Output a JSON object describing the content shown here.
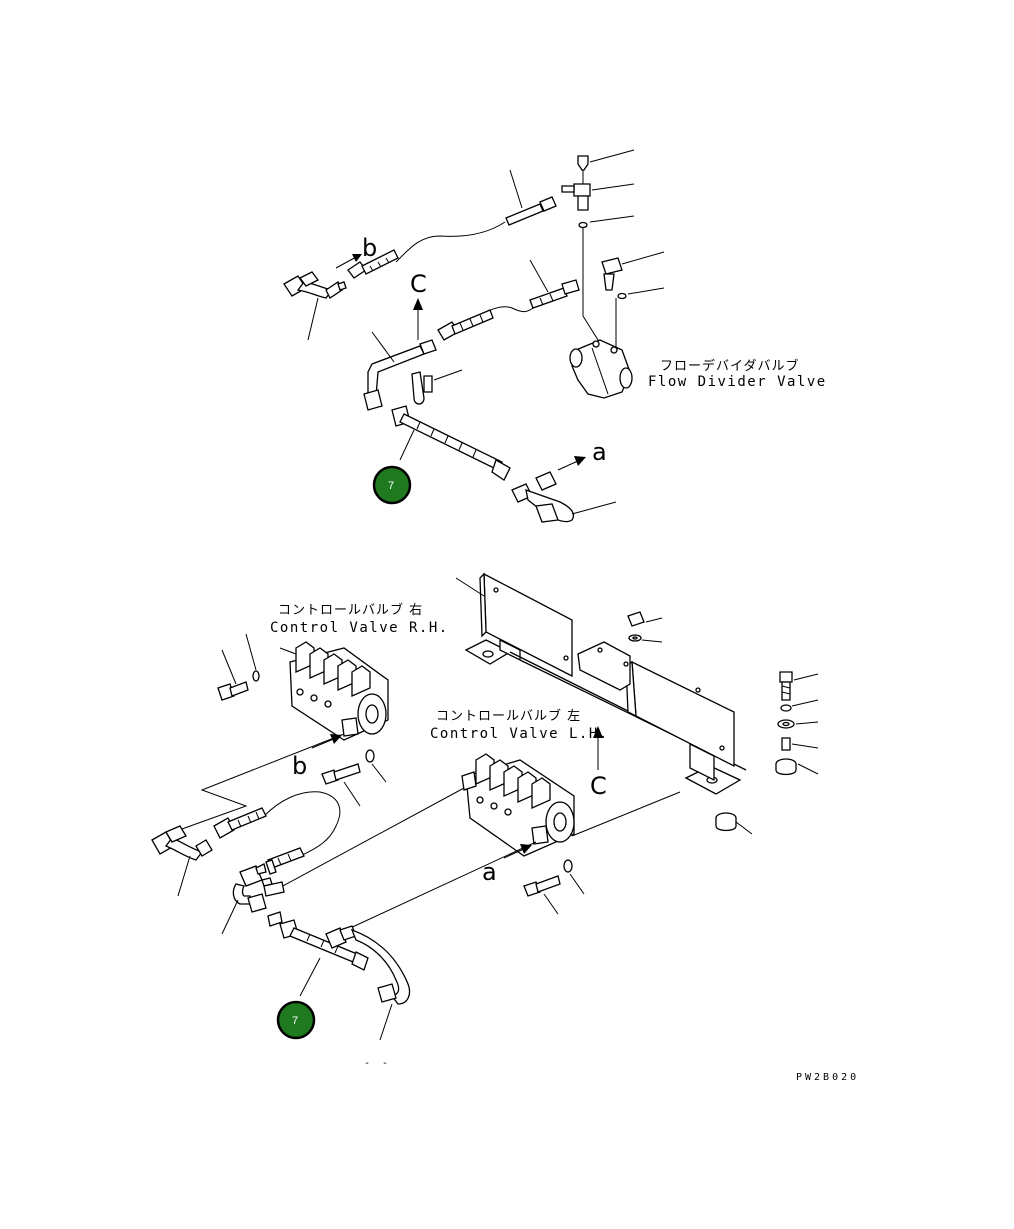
{
  "labels": {
    "flow_divider_jp": "フローデバイダバルブ",
    "flow_divider_en": "Flow Divider Valve",
    "control_rh_jp": "コントロールバルブ 右",
    "control_rh_en": "Control Valve R.H.",
    "control_lh_jp": "コントロールバルブ 左",
    "control_lh_en": "Control Valve L.H."
  },
  "connections": {
    "a": "a",
    "b": "b",
    "c": "C"
  },
  "badges": {
    "top": "7",
    "bottom": "7"
  },
  "bottom_mark": "- -",
  "drawing_code": "PW2B020"
}
